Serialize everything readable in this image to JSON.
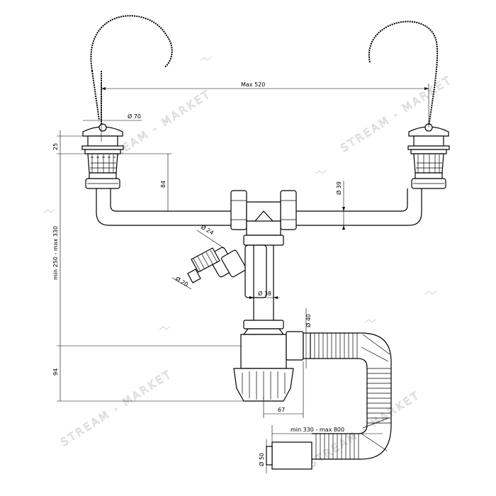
{
  "watermark": {
    "text": "STREAM - MARKET"
  },
  "dimensions": {
    "max_width": "Max 520",
    "drain_diameter": "Ø 70",
    "top_offset": "25",
    "drop_height": "84",
    "pipe_diameter": "Ø 39",
    "side_outlet_diameter": "Ø 24",
    "hose_tip_diameter": "Ø 20",
    "riser_diameter": "Ø 38",
    "outlet_diameter": "Ø 40",
    "total_height": "min 250 - max 330",
    "trap_height": "94",
    "trap_offset": "67",
    "hose_length": "min 330 - max 800",
    "end_diameter": "Ø 50"
  }
}
